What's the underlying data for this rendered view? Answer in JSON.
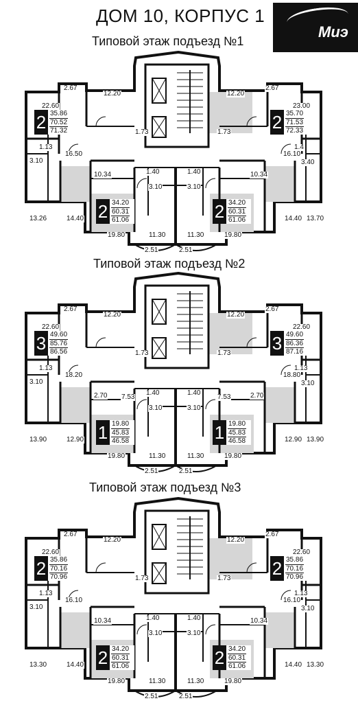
{
  "header": {
    "title": "ДОМ 10, КОРПУС 1",
    "logo_text": "Миэ"
  },
  "floors": [
    {
      "title": "Типовой этаж подъезд №1",
      "labels": [
        "2.67",
        "12.20",
        "12.20",
        "2.67",
        "22.60",
        "23.00",
        "1.73",
        "1.73",
        "1.13",
        "1.4",
        "3.10",
        "16.50",
        "16.10",
        "3.40",
        "10.34",
        "1.40",
        "1.40",
        "10.34",
        "3.10",
        "3.10",
        "13.26",
        "14.40",
        "14.40",
        "13.70",
        "19.80",
        "11.30",
        "11.30",
        "19.80",
        "2.51",
        "2.51"
      ],
      "apartments": [
        {
          "rooms": "2",
          "areas": [
            "35.86",
            "70.52",
            "71.32"
          ]
        },
        {
          "rooms": "2",
          "areas": [
            "35.70",
            "71.53",
            "72.33"
          ]
        },
        {
          "rooms": "2",
          "areas": [
            "34.20",
            "60.31",
            "61.06"
          ]
        },
        {
          "rooms": "2",
          "areas": [
            "34.20",
            "60.31",
            "61.06"
          ]
        }
      ]
    },
    {
      "title": "Типовой этаж подъезд №2",
      "labels": [
        "2.67",
        "12.20",
        "12.20",
        "2.67",
        "22.60",
        "22.60",
        "1.73",
        "1.73",
        "1.13",
        "1.13",
        "3.10",
        "18.20",
        "18.80",
        "3.10",
        "2.70",
        "7.53",
        "1.40",
        "1.40",
        "7.53",
        "2.70",
        "3.10",
        "3.10",
        "13.90",
        "12.90",
        "12.90",
        "13.90",
        "19.80",
        "11.30",
        "11.30",
        "19.80",
        "2.51",
        "2.51"
      ],
      "apartments": [
        {
          "rooms": "3",
          "areas": [
            "49.60",
            "85.76",
            "86.56"
          ]
        },
        {
          "rooms": "3",
          "areas": [
            "49.60",
            "86.36",
            "87.16"
          ]
        },
        {
          "rooms": "1",
          "areas": [
            "19.80",
            "45.83",
            "46.58"
          ]
        },
        {
          "rooms": "1",
          "areas": [
            "19.80",
            "45.83",
            "46.58"
          ]
        }
      ]
    },
    {
      "title": "Типовой этаж подъезд №3",
      "labels": [
        "2.67",
        "12.20",
        "12.20",
        "2.67",
        "22.60",
        "22.60",
        "1.73",
        "1.73",
        "1.13",
        "1.13",
        "3.10",
        "16.10",
        "16.10",
        "3.10",
        "10.34",
        "1.40",
        "1.40",
        "10.34",
        "3.10",
        "3.10",
        "13.30",
        "14.40",
        "14.40",
        "13.30",
        "19.80",
        "11.30",
        "11.30",
        "19.80",
        "2.51",
        "2.51"
      ],
      "apartments": [
        {
          "rooms": "2",
          "areas": [
            "35.86",
            "70.16",
            "70.96"
          ]
        },
        {
          "rooms": "2",
          "areas": [
            "35.86",
            "70.16",
            "70.96"
          ]
        },
        {
          "rooms": "2",
          "areas": [
            "34.20",
            "60.31",
            "61.06"
          ]
        },
        {
          "rooms": "2",
          "areas": [
            "34.20",
            "60.31",
            "61.06"
          ]
        }
      ]
    }
  ]
}
